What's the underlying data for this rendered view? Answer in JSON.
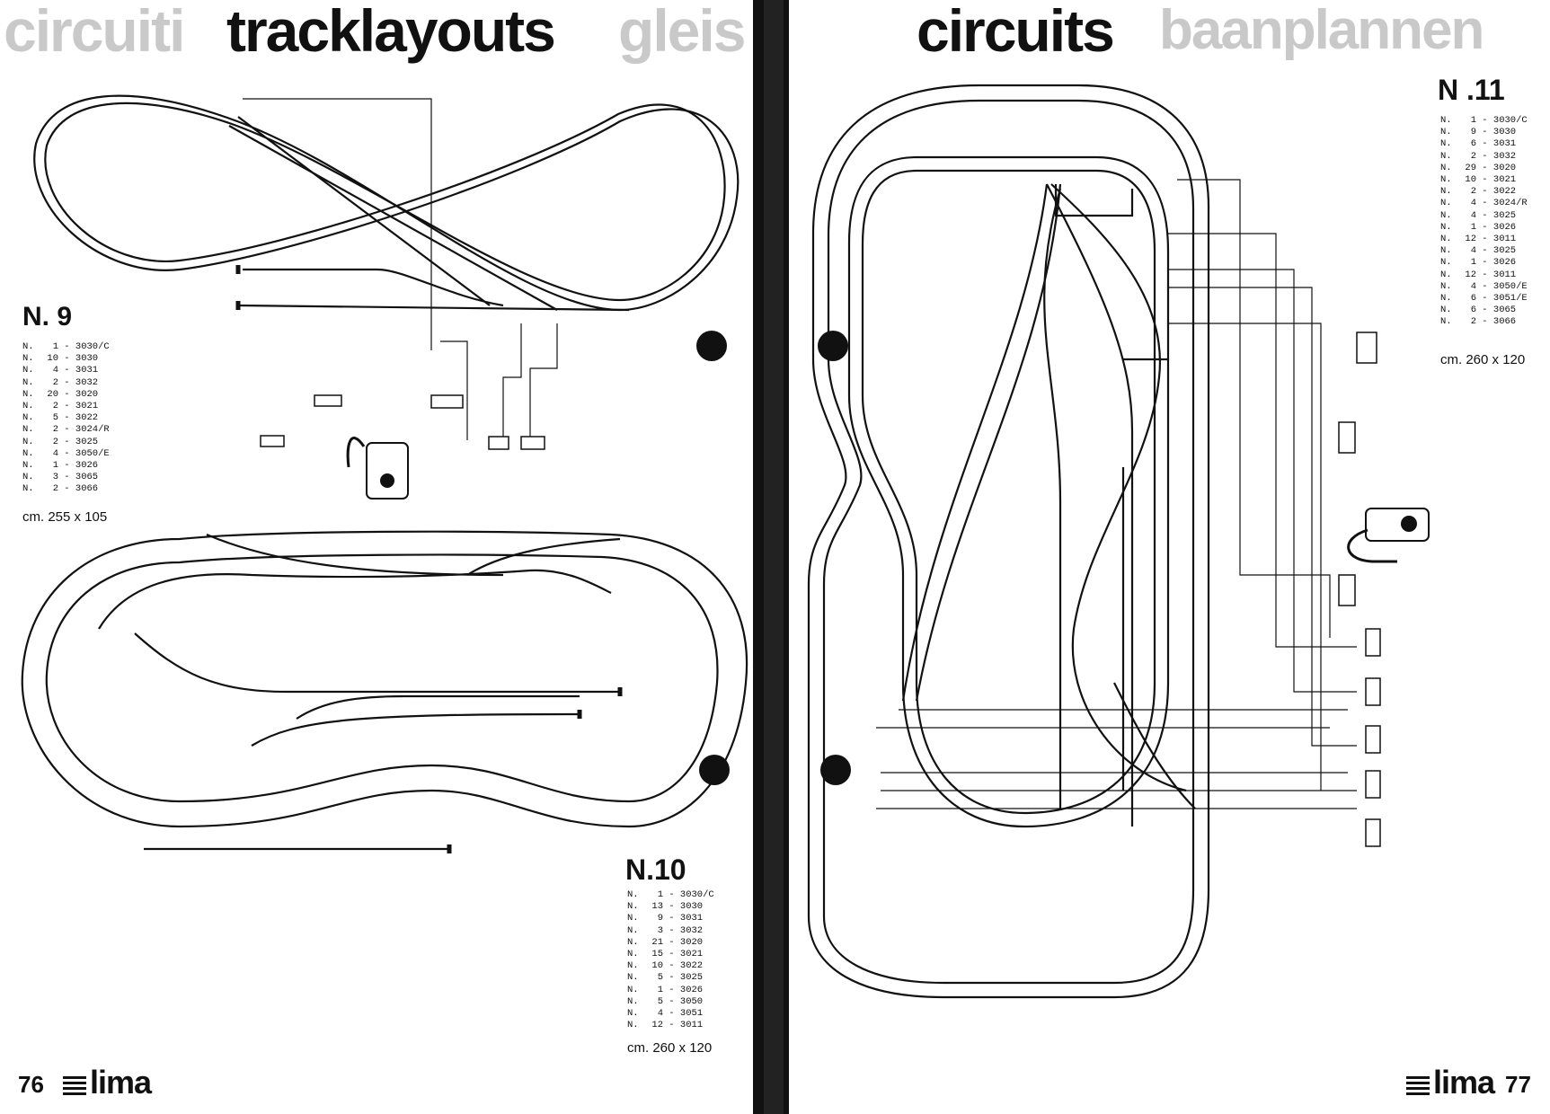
{
  "header": {
    "left": [
      {
        "text": "circuiti",
        "style": "faded"
      },
      {
        "text": "tracklayouts",
        "style": "black"
      },
      {
        "text": "gleis",
        "style": "faded"
      }
    ],
    "right": [
      {
        "text": "circuits",
        "style": "black"
      },
      {
        "text": "baanplannen",
        "style": "faded"
      }
    ]
  },
  "layouts": [
    {
      "id": "n9",
      "title": "N. 9",
      "parts": [
        [
          "N.",
          "1",
          "3030/C"
        ],
        [
          "N.",
          "10",
          "3030"
        ],
        [
          "N.",
          "4",
          "3031"
        ],
        [
          "N.",
          "2",
          "3032"
        ],
        [
          "N.",
          "20",
          "3020"
        ],
        [
          "N.",
          "2",
          "3021"
        ],
        [
          "N.",
          "5",
          "3022"
        ],
        [
          "N.",
          "2",
          "3024/R"
        ],
        [
          "N.",
          "2",
          "3025"
        ],
        [
          "N.",
          "4",
          "3050/E"
        ],
        [
          "N.",
          "1",
          "3026"
        ],
        [
          "N.",
          "3",
          "3065"
        ],
        [
          "N.",
          "2",
          "3066"
        ]
      ],
      "dimensions": "cm. 255 x 105"
    },
    {
      "id": "n10",
      "title": "N.10",
      "parts": [
        [
          "N.",
          "1",
          "3030/C"
        ],
        [
          "N.",
          "13",
          "3030"
        ],
        [
          "N.",
          "9",
          "3031"
        ],
        [
          "N.",
          "3",
          "3032"
        ],
        [
          "N.",
          "21",
          "3020"
        ],
        [
          "N.",
          "15",
          "3021"
        ],
        [
          "N.",
          "10",
          "3022"
        ],
        [
          "N.",
          "5",
          "3025"
        ],
        [
          "N.",
          "1",
          "3026"
        ],
        [
          "N.",
          "5",
          "3050"
        ],
        [
          "N.",
          "4",
          "3051"
        ],
        [
          "N.",
          "12",
          "3011"
        ]
      ],
      "dimensions": "cm. 260 x 120"
    },
    {
      "id": "n11",
      "title": "N .11",
      "parts": [
        [
          "N.",
          "1",
          "3030/C"
        ],
        [
          "N.",
          "9",
          "3030"
        ],
        [
          "N.",
          "6",
          "3031"
        ],
        [
          "N.",
          "2",
          "3032"
        ],
        [
          "N.",
          "29",
          "3020"
        ],
        [
          "N.",
          "10",
          "3021"
        ],
        [
          "N.",
          "2",
          "3022"
        ],
        [
          "N.",
          "4",
          "3024/R"
        ],
        [
          "N.",
          "4",
          "3025"
        ],
        [
          "N.",
          "1",
          "3026"
        ],
        [
          "N.",
          "12",
          "3011"
        ],
        [
          "N.",
          "4",
          "3025"
        ],
        [
          "N.",
          "1",
          "3026"
        ],
        [
          "N.",
          "12",
          "3011"
        ],
        [
          "N.",
          "4",
          "3050/E"
        ],
        [
          "N.",
          "6",
          "3051/E"
        ],
        [
          "N.",
          "6",
          "3065"
        ],
        [
          "N.",
          "2",
          "3066"
        ]
      ],
      "dimensions": "cm. 260 x 120"
    }
  ],
  "footer": {
    "left_page": "76",
    "right_page": "77",
    "brand": "lima"
  }
}
